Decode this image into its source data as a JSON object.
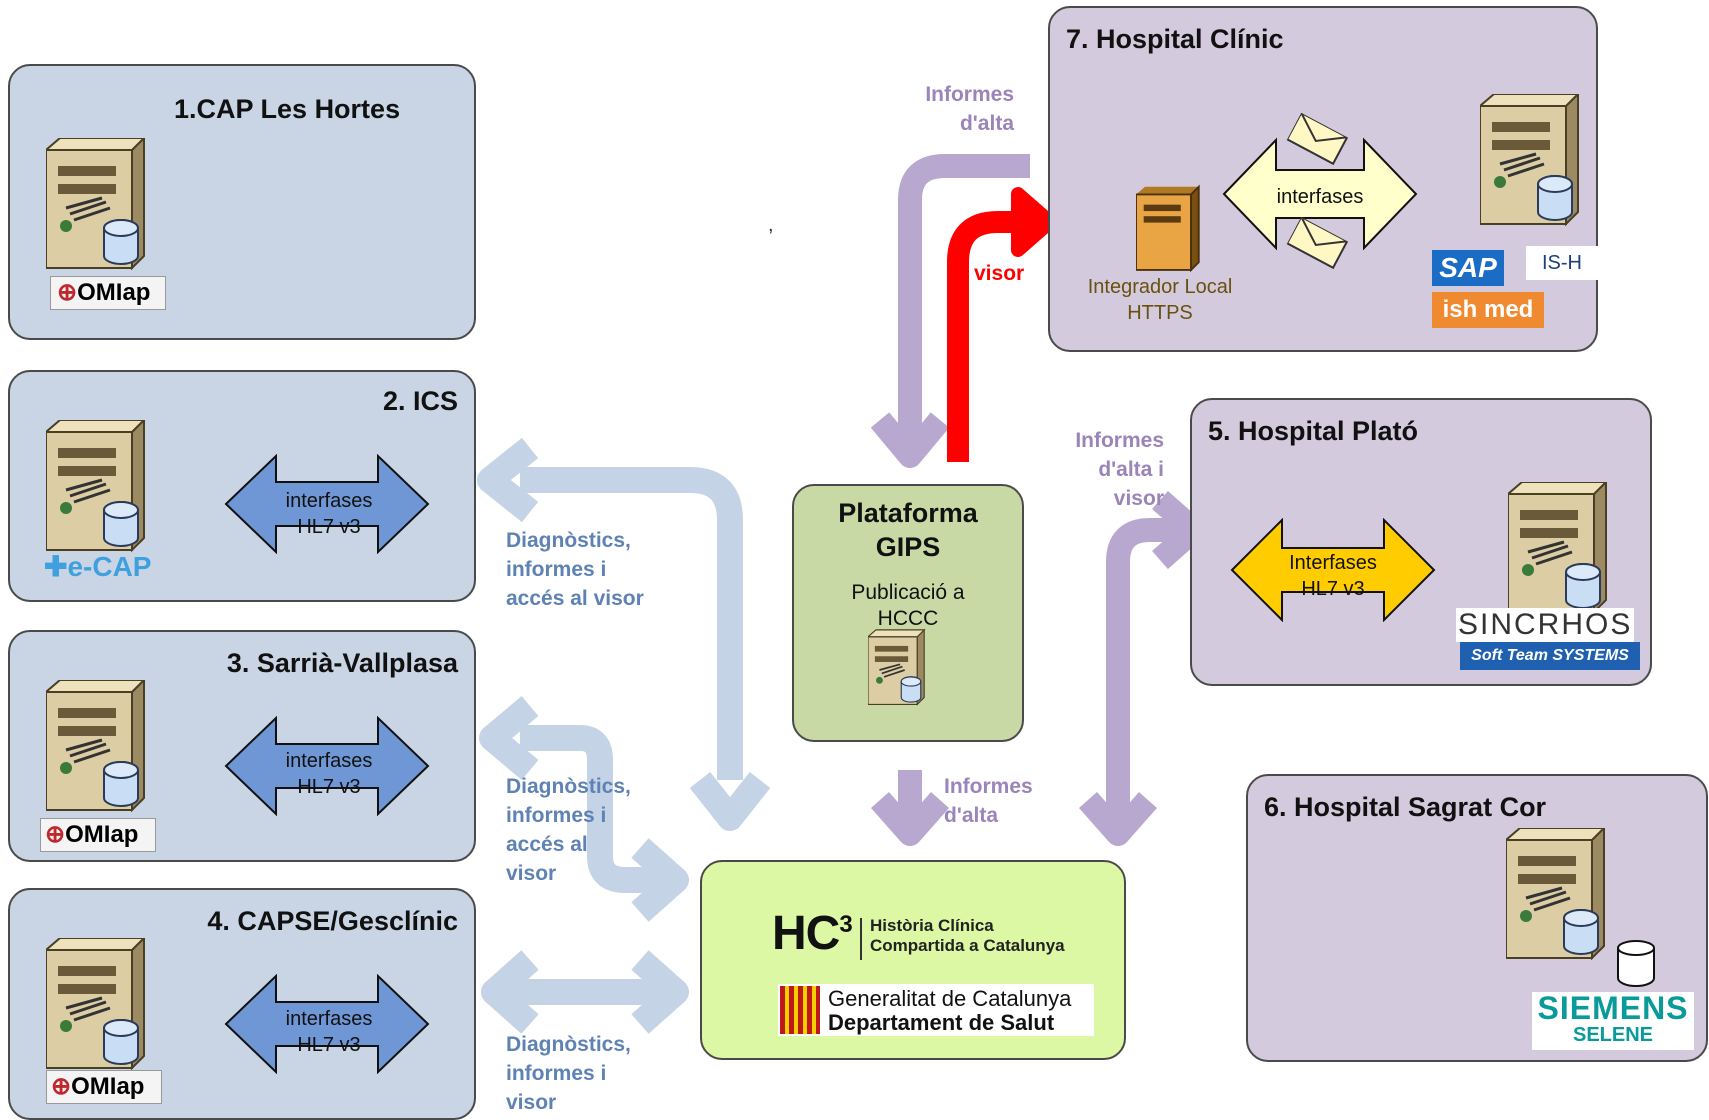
{
  "nodes": {
    "cap_hortes": {
      "title": "1.CAP Les Hortes",
      "logo": "OMIap"
    },
    "ics": {
      "title": "2. ICS",
      "interface": "interfases\nHL7 v3",
      "logo": "e-CAP"
    },
    "sarria": {
      "title": "3. Sarrià-Vallplasa",
      "interface": "interfases\nHL7 v3",
      "logo": "OMIap"
    },
    "capse": {
      "title": "4. CAPSE/Gesclínic",
      "interface": "interfases\nHL7 v3",
      "logo": "OMIap"
    },
    "plato": {
      "title": "5. Hospital Plató",
      "interface": "Interfases\nHL7 v3",
      "logo_main": "SINCRHOS",
      "logo_sub": "Soft Team SYSTEMS"
    },
    "sagrat_cor": {
      "title": "6. Hospital Sagrat Cor",
      "logo_main": "SIEMENS",
      "logo_sub": "SELENE"
    },
    "clinic": {
      "title": "7. Hospital Clínic",
      "interface": "interfases",
      "integrator": "Integrador Local\nHTTPS",
      "logo_sap": "SAP",
      "logo_ish": "ish med",
      "ish_label": "IS-H"
    },
    "gips": {
      "title": "Plataforma\nGIPS",
      "subtitle": "Publicació a\nHCCC"
    },
    "hc3": {
      "brand": "HC",
      "brand_sup": "3",
      "brand_text": "Història Clínica\nCompartida a Catalunya",
      "gov_line1": "Generalitat de Catalunya",
      "gov_line2": "Departament de Salut"
    }
  },
  "edges": {
    "clinic_to_gips": "Informes\nd'alta",
    "gips_to_clinic": "visor",
    "plato_link": "Informes\nd'alta i\nvisor",
    "gips_to_hc3": "Informes\nd'alta",
    "ics_link": "Diagnòstics,\ninformes i\naccés al visor",
    "sarria_link": "Diagnòstics,\ninformes i\naccés al\nvisor",
    "capse_link": "Diagnòstics,\ninformes i\nvisor"
  },
  "stray_mark": ",",
  "colors": {
    "blue_box": "#c9d5e4",
    "purple_box": "#d4cadd",
    "gips_box": "#c8d9a6",
    "hc3_box": "#dcf8a4",
    "arrow_blue_light": "#c4d3e6",
    "arrow_purple": "#b8a8cf",
    "arrow_red": "#ff0000",
    "interface_blue": "#6f97d6",
    "interface_yellow": "#ffffcc",
    "interface_gold": "#ffcc00"
  },
  "icons": [
    "server-icon",
    "database-icon",
    "envelope-icon"
  ]
}
